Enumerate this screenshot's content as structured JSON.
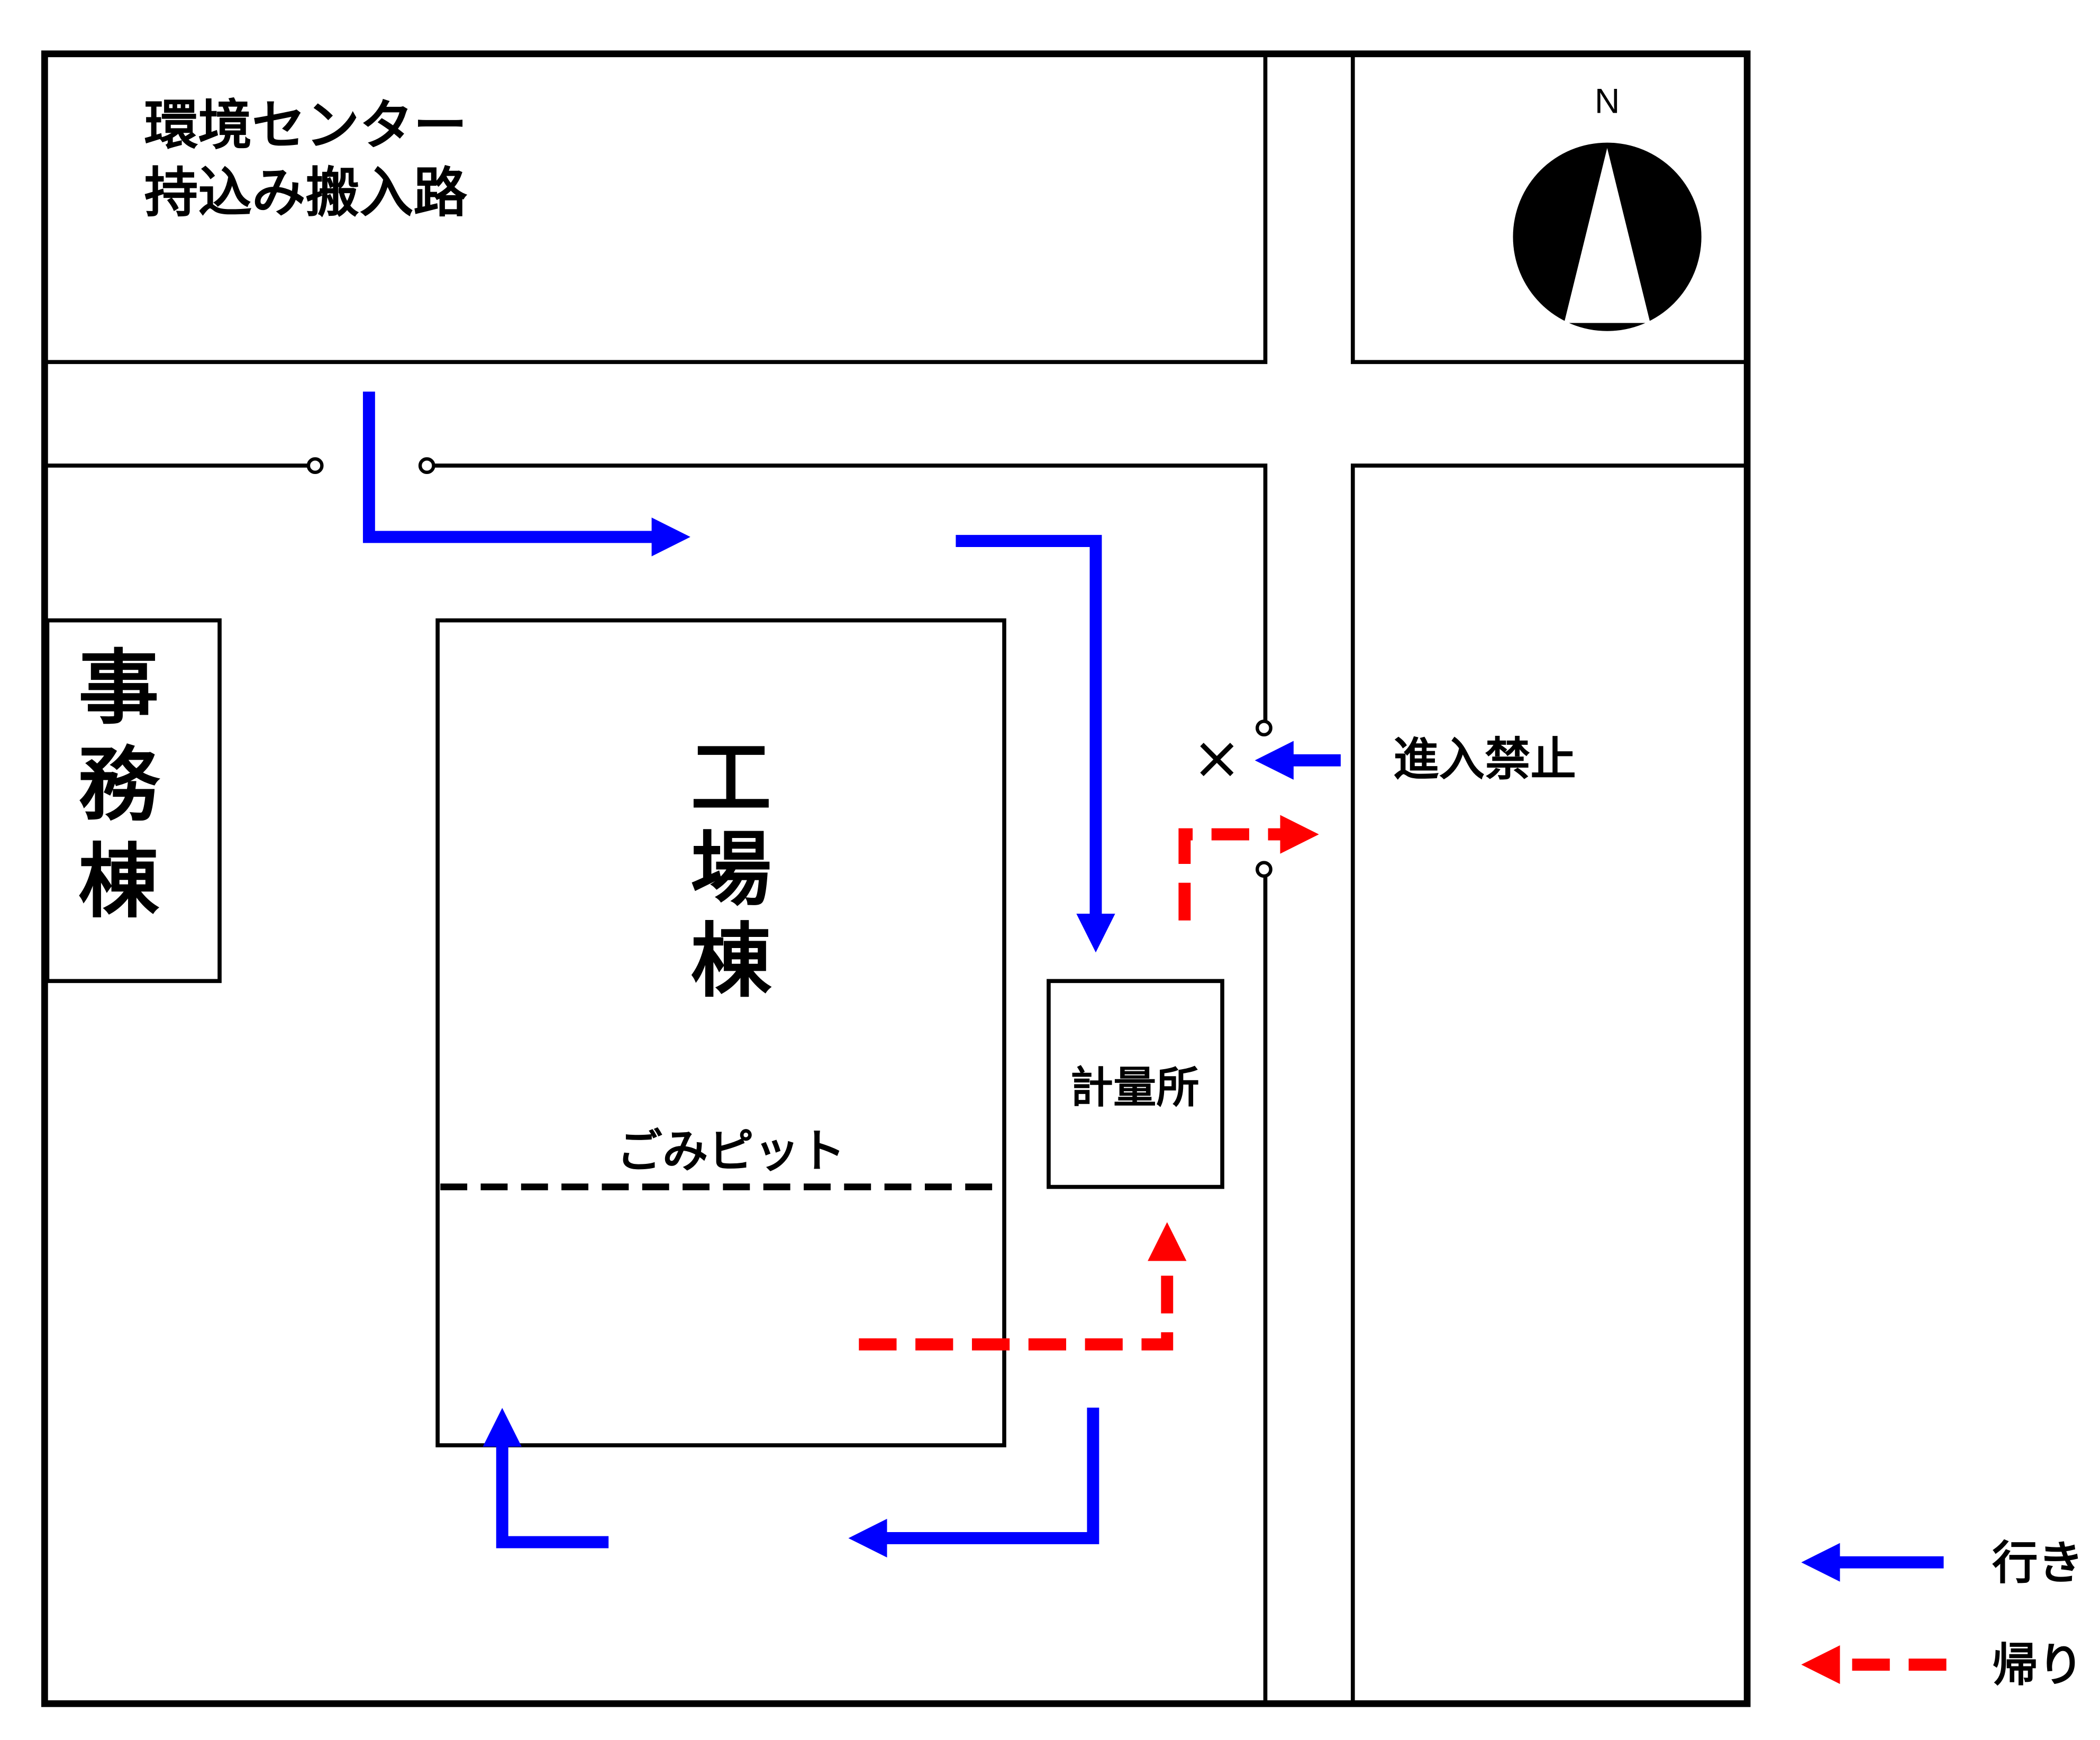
{
  "title_lines": [
    "環境センター",
    "持込み搬入路"
  ],
  "buildings": {
    "office": [
      "事",
      "務",
      "棟"
    ],
    "factory": [
      "工",
      "場",
      "棟"
    ],
    "garbage_pit": "ごみピット",
    "weighing_station": "計量所"
  },
  "compass": {
    "label": "N"
  },
  "no_entry": {
    "mark": "×",
    "label": "進入禁止"
  },
  "legend": [
    {
      "label": "行き",
      "color": "#0000ff",
      "style": "solid"
    },
    {
      "label": "帰り",
      "color": "#ff0000",
      "style": "dashed"
    }
  ],
  "colors": {
    "outbound": "#0000ff",
    "return": "#ff0000"
  }
}
